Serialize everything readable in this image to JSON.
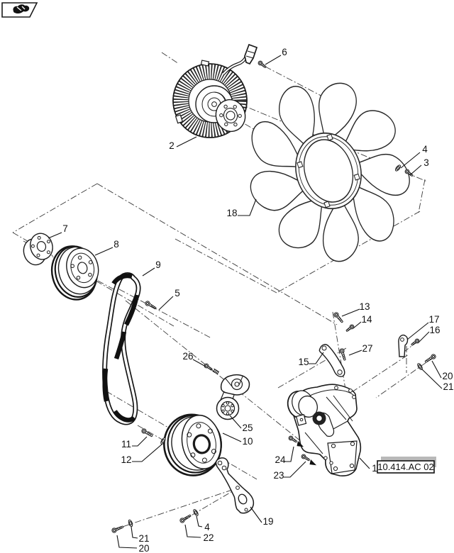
{
  "page": {
    "background": "#ffffff",
    "ink_color": "#1b1b1b",
    "construction_line_color": "#3a3a3a",
    "ref_shadow_color": "#b9b9b9"
  },
  "nav": {
    "logo_icon": "hand-glove-icon"
  },
  "ref_box": {
    "text": "10.414.AC 02"
  },
  "callouts": {
    "c6": "6",
    "c2": "2",
    "c4_top": "4",
    "c3": "3",
    "c18": "18",
    "c7": "7",
    "c8": "8",
    "c9": "9",
    "c5": "5",
    "c13": "13",
    "c14": "14",
    "c27": "27",
    "c15": "15",
    "c17": "17",
    "c16": "16",
    "c20_right": "20",
    "c21_right": "21",
    "c26": "26",
    "c25": "25",
    "c10": "10",
    "c11": "11",
    "c12": "12",
    "c24": "24",
    "c23": "23",
    "c1": "1",
    "c19": "19",
    "c21_bottom": "21",
    "c20_bottom": "20",
    "c4_bottom": "4",
    "c22": "22"
  }
}
